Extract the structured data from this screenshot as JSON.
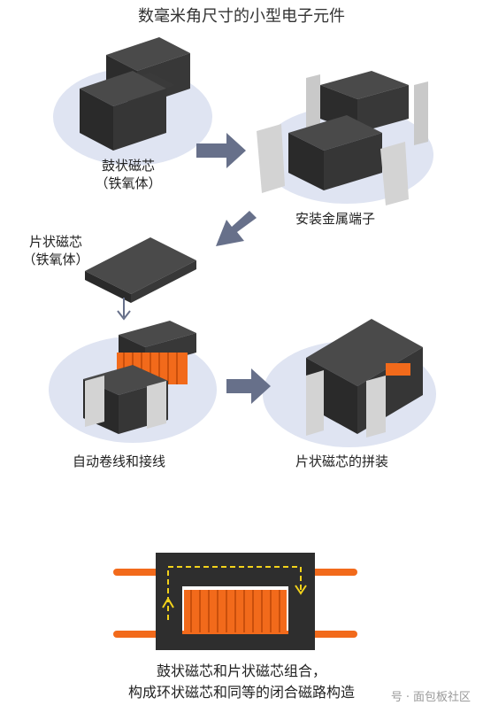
{
  "title": "数毫米角尺寸的小型电子元件",
  "labels": {
    "drum_core": "鼓状磁芯",
    "drum_core_sub": "（铁氧体）",
    "terminals": "安装金属端子",
    "plate_core": "片状磁芯",
    "plate_core_sub": "（铁氧体）",
    "winding": "自动卷线和接线",
    "assembly": "片状磁芯的拼装"
  },
  "caption": {
    "line1": "鼓状磁芯和片状磁芯组合，",
    "line2": "构成环状磁芯和同等的闭合磁路构造"
  },
  "watermark": {
    "left": "号",
    "right": "面包板社区"
  },
  "colors": {
    "core": "#333333",
    "coil": "#f26a1b",
    "terminal": "#c9c9c9",
    "flux": "#f2d21b",
    "ellipse": "#dfe4f2",
    "arrow": "#67708a"
  }
}
